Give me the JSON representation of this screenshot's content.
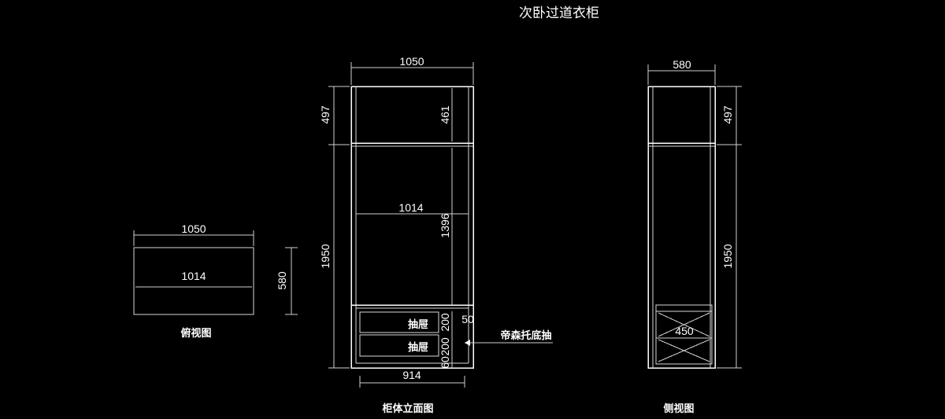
{
  "title": "次卧过道衣柜",
  "colors": {
    "background": "#000000",
    "lines": "#d9d9d9",
    "text": "#ffffff"
  },
  "top_view": {
    "label": "俯视图",
    "dim_outer_width": "1050",
    "dim_inner_width": "1014",
    "dim_depth": "580"
  },
  "front_view": {
    "label": "柜体立面图",
    "dim_outer_width": "1050",
    "dim_inner_width": "1014",
    "dim_bottom_width": "914",
    "dim_top_height": "497",
    "dim_top_inner_height": "461",
    "dim_main_height": "1950",
    "dim_main_inner_height": "1396",
    "dim_drawer_1": "200",
    "dim_drawer_2": "200",
    "dim_plinth": "60",
    "dim_gap": "50",
    "drawer_1_label": "抽屉",
    "drawer_2_label": "抽屉",
    "callout": "帝森托底抽"
  },
  "side_view": {
    "label": "侧视图",
    "dim_depth": "580",
    "dim_top_height": "497",
    "dim_main_height": "1950",
    "dim_drawer_width": "450"
  }
}
